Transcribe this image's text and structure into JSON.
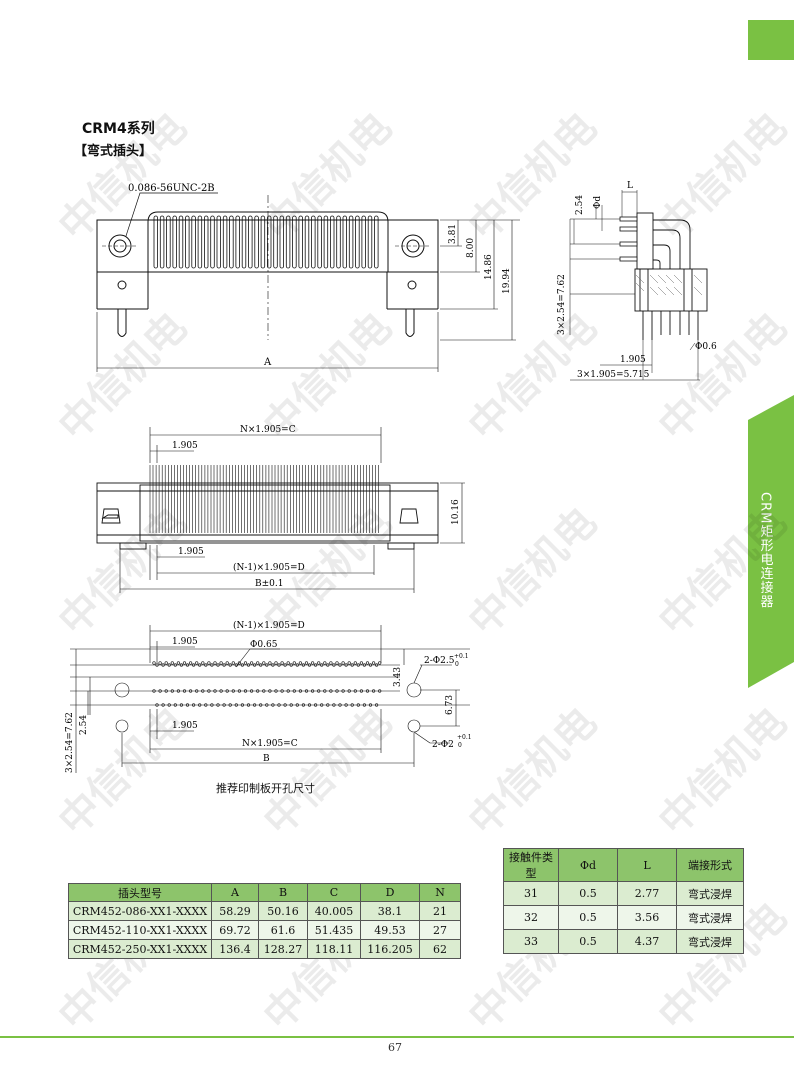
{
  "header": {
    "accent_color": "#7ac143"
  },
  "side_tab": {
    "label": "CRM矩形电连接器"
  },
  "series_title": "CRM4系列",
  "series_subtitle": "【弯式插头】",
  "watermark": "中信机电",
  "drawing1": {
    "thread_label": "0.086-56UNC-2B",
    "dim_381": "3.81",
    "dim_800": "8.00",
    "dim_1486": "14.86",
    "dim_1994": "19.94",
    "dim_A": "A"
  },
  "drawing_side": {
    "dim_254": "2.54",
    "dim_phid": "Φd",
    "dim_L": "L",
    "dim_vert": "3×2.54=7.62",
    "dim_phi06": "Φ0.6",
    "dim_1905": "1.905",
    "dim_5715": "3×1.905=5.715"
  },
  "drawing2": {
    "dim_C": "N×1.905=C",
    "dim_1905_top": "1.905",
    "dim_1016": "10.16",
    "dim_1905_bot": "1.905",
    "dim_D": "(N-1)×1.905=D",
    "dim_B": "B±0.1"
  },
  "drawing3": {
    "dim_D": "(N-1)×1.905=D",
    "dim_1905_top": "1.905",
    "dim_phi065": "Φ0.65",
    "dim_343": "3.43",
    "dim_hole25": "2-Φ2.5",
    "dim_tol1": "+0.1",
    "dim_tol0": "0",
    "dim_673": "6.73",
    "dim_hole2": "2-Φ2",
    "dim_254": "2.54",
    "dim_762": "3×2.54=7.62",
    "dim_1905_bot": "1.905",
    "dim_C": "N×1.905=C",
    "dim_B": "B"
  },
  "caption": "推荐印制板开孔尺寸",
  "table1": {
    "headers": [
      "插头型号",
      "A",
      "B",
      "C",
      "D",
      "N"
    ],
    "rows": [
      [
        "CRM452-086-XX1-XXXX",
        "58.29",
        "50.16",
        "40.005",
        "38.1",
        "21"
      ],
      [
        "CRM452-110-XX1-XXXX",
        "69.72",
        "61.6",
        "51.435",
        "49.53",
        "27"
      ],
      [
        "CRM452-250-XX1-XXXX",
        "136.4",
        "128.27",
        "118.11",
        "116.205",
        "62"
      ]
    ]
  },
  "table2": {
    "headers": [
      "接触件类型",
      "Φd",
      "L",
      "端接形式"
    ],
    "rows": [
      [
        "31",
        "0.5",
        "2.77",
        "弯式浸焊"
      ],
      [
        "32",
        "0.5",
        "3.56",
        "弯式浸焊"
      ],
      [
        "33",
        "0.5",
        "4.37",
        "弯式浸焊"
      ]
    ]
  },
  "page_number": "67"
}
